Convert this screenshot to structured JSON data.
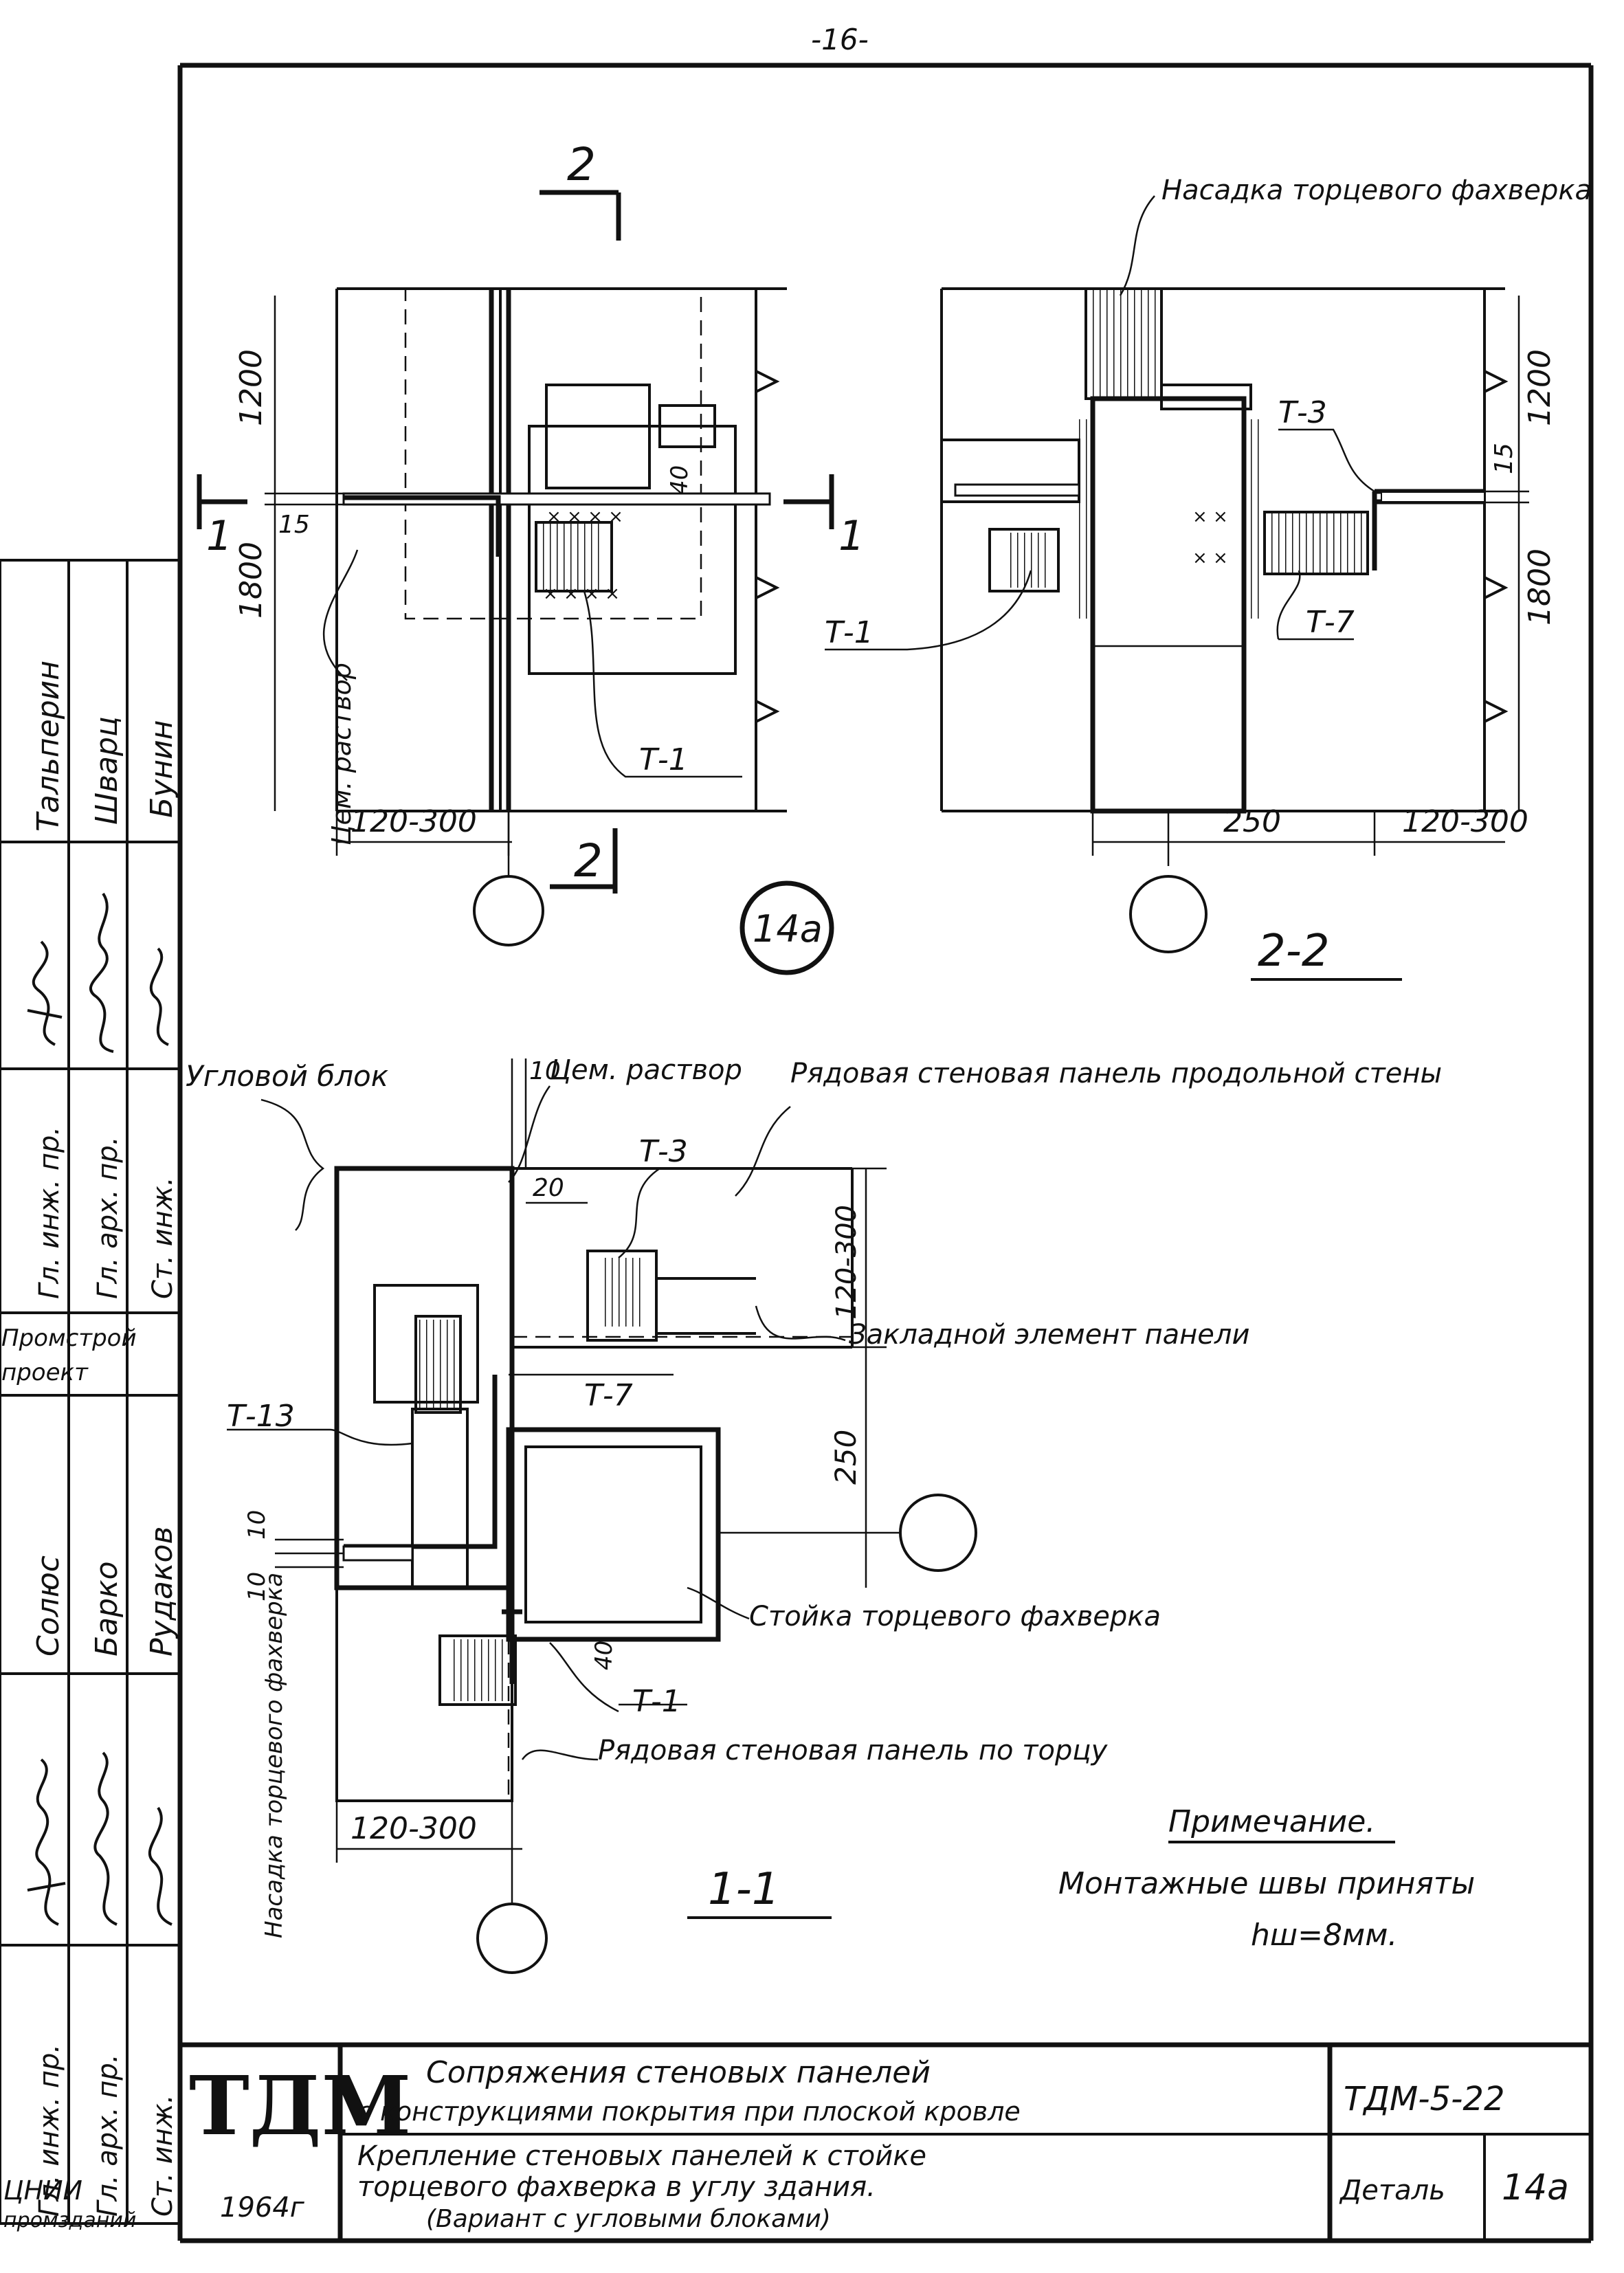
{
  "page_number": "-16-",
  "section_2_2": {
    "mark_top": "2",
    "mark_bottom": "2",
    "label_nasadka": "Насадка торцевого фахверка",
    "dims": {
      "h_upper": "1200",
      "h_lower": "1800",
      "gap": "15",
      "w_left": "120-300",
      "w_250": "250",
      "w_right": "120-300",
      "d40": "40"
    },
    "labels": {
      "cem": "Цем. раствор",
      "t1_left": "Т-1",
      "t1_mid": "Т-1",
      "t3": "Т-3",
      "t7": "Т-7"
    },
    "cut_mark": "1",
    "title": "2-2"
  },
  "detail_circle": "14а",
  "section_1_1": {
    "uglovoy_blok": "Угловой блок",
    "cem_rastvor": "Цем. раствор",
    "ryadovaya_prodol": "Рядовая стеновая панель продольной стены",
    "zakladnoy": "Закладной элемент панели",
    "stoyka": "Стойка торцевого фахверка",
    "ryadovaya_torec": "Рядовая стеновая панель по торцу",
    "nasadka_vert": "Насадка торцевого фахверка",
    "t3": "Т-3",
    "t7": "Т-7",
    "t13": "Т-13",
    "t1": "Т-1",
    "dims": {
      "d10_top": "10",
      "d20": "20",
      "d120_300": "120-300",
      "d250": "250",
      "d10a": "10",
      "d10b": "10",
      "d40": "40",
      "w120_300": "120-300"
    },
    "title": "1-1"
  },
  "note": {
    "heading": "Примечание.",
    "line1": "Монтажные швы приняты",
    "line2": "hш=8мм."
  },
  "stamp": {
    "logo": "ТДМ",
    "year": "1964г",
    "title1": "Сопряжения стеновых панелей",
    "title2": "с конструкциями покрытия при плоской кровле",
    "sub1": "Крепление стеновых панелей к стойке",
    "sub2": "торцевого фахверка в углу здания.",
    "sub3": "(Вариант с угловыми блоками)",
    "code": "ТДМ-5-22",
    "detail_label": "Деталь",
    "detail_value": "14а",
    "org_bottom1": "ЦНИИ",
    "org_bottom2": "промзданий"
  },
  "side_block": {
    "row1": {
      "pos1": "Гл. инж. пр.",
      "pos2": "Гл. арх. пр.",
      "pos3": "Ст. инж.",
      "name1": "Тальперин",
      "name2": "Шварц",
      "name3": "Бунин"
    },
    "org1": "Промстрой",
    "org2": "проект",
    "row2": {
      "pos1": "Гл. инж. пр.",
      "pos2": "Гл. арх. пр.",
      "pos3": "Ст. инж.",
      "name1": "Солюс",
      "name2": "Барко",
      "name3": "Рудаков"
    }
  }
}
